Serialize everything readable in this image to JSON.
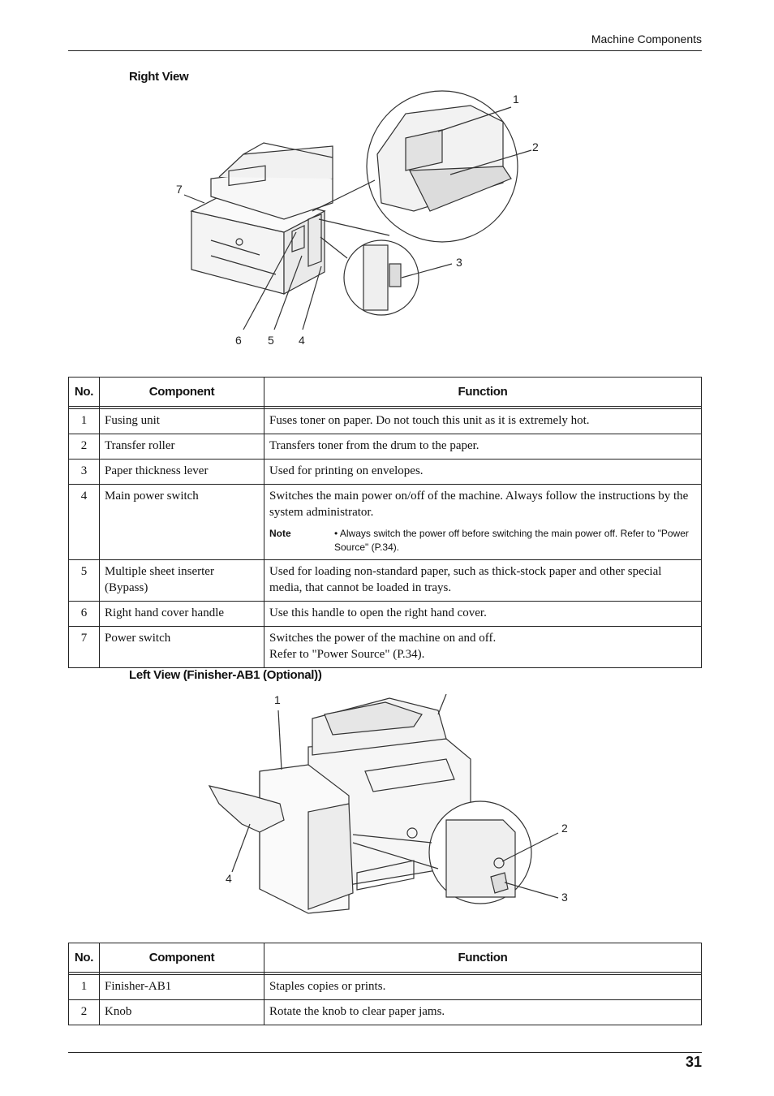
{
  "header": {
    "title": "Machine Components"
  },
  "right_view": {
    "title": "Right View",
    "callouts": [
      "1",
      "2",
      "3",
      "4",
      "5",
      "6",
      "7"
    ],
    "table": {
      "headers": [
        "No.",
        "Component",
        "Function"
      ],
      "rows": [
        {
          "no": "1",
          "component": "Fusing unit",
          "function": "Fuses toner on paper. Do not touch this unit as it is extremely hot."
        },
        {
          "no": "2",
          "component": "Transfer roller",
          "function": "Transfers toner from the drum to the paper."
        },
        {
          "no": "3",
          "component": "Paper thickness lever",
          "function": "Used for printing on envelopes."
        },
        {
          "no": "4",
          "component": "Main power switch",
          "function": "Switches the main power on/off of the machine. Always follow the instructions by the system administrator.",
          "note_label": "Note",
          "note_text": "• Always switch the power off before switching the main power off. Refer to \"Power Source\" (P.34)."
        },
        {
          "no": "5",
          "component": "Multiple sheet inserter (Bypass)",
          "function": "Used for loading non-standard paper, such as thick-stock paper and other special media, that cannot be loaded in trays."
        },
        {
          "no": "6",
          "component": "Right hand cover handle",
          "function": "Use this handle to open the right hand cover."
        },
        {
          "no": "7",
          "component": "Power switch",
          "function": "Switches the power of the machine on and off.",
          "function_line2": "Refer to \"Power Source\" (P.34)."
        }
      ]
    }
  },
  "left_view": {
    "title": "Left View (Finisher-AB1 (Optional))",
    "callouts": [
      "1",
      "2",
      "3",
      "4"
    ],
    "table": {
      "headers": [
        "No.",
        "Component",
        "Function"
      ],
      "rows": [
        {
          "no": "1",
          "component": "Finisher-AB1",
          "function": "Staples copies or prints."
        },
        {
          "no": "2",
          "component": "Knob",
          "function": "Rotate the knob to clear paper jams."
        }
      ]
    }
  },
  "footer": {
    "page_number": "31"
  }
}
